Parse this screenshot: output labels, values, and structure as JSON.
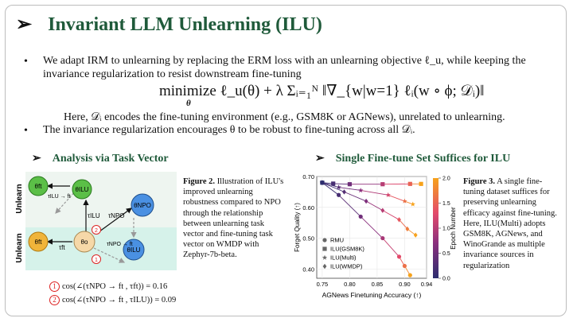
{
  "title": {
    "arrow": "➢",
    "text": "Invariant LLM Unlearning (ILU)"
  },
  "bullets": [
    {
      "mark": "•",
      "text": "We adapt IRM to unlearning by replacing the ERM loss with an unlearning objective ℓ_u, while keeping the invariance regularization to resist downstream fine-tuning"
    },
    {
      "mark": "•",
      "text": "The invariance regularization encourages θ to be robust to fine-tuning across all 𝒟ᵢ."
    }
  ],
  "formula": {
    "main": "minimize  ℓ_u(θ) + λ Σᵢ₌₁ᴺ ‖∇_{w|w=1} ℓᵢ(w ∘ ϕ; 𝒟ᵢ)‖",
    "sub": "θ"
  },
  "here_text": "Here, 𝒟ᵢ encodes the fine-tuning environment (e.g., GSM8K or AGNews), unrelated to unlearning.",
  "left_section": {
    "arrow": "➢",
    "title": "Analysis via Task Vector",
    "figure_label": "Figure 2.",
    "caption": " Illustration of ILU's improved unlearning robustness compared to NPO through the relationship between unlearning task vector and fine-tuning task vector on WMDP with  Zephyr-7b-beta.",
    "diagram": {
      "region_top": "Unlearn",
      "region_bottom": "Unlearn",
      "nodes": {
        "ft": "θft",
        "ilu": "θILU",
        "o": "θo",
        "npo": "θNPO",
        "ft2": "θft",
        "ilu2": "θILU"
      },
      "vectors": {
        "ilu_ft": "τILU → ft",
        "ilu": "τILU",
        "npo": "τNPO",
        "npo_ft": "τNPO → ft",
        "ft": "τft"
      },
      "markers": [
        "1",
        "2"
      ]
    },
    "cos": [
      {
        "num": "1",
        "text": "cos(∠(τNPO → ft , τft)) = 0.16"
      },
      {
        "num": "2",
        "text": "cos(∠(τNPO → ft , τILU)) = 0.09"
      }
    ]
  },
  "right_section": {
    "arrow": "➢",
    "title": "Single Fine-tune Set Suffices for ILU",
    "figure_label": "Figure 3.",
    "caption": "  A single fine-tuning dataset suffices for preserving unlearning efficacy against fine-tuning. Here, ILU(Multi) adopts GSM8K, AGNews, and WinoGrande as multiple invariance sources in regularization"
  },
  "chart_data": {
    "type": "scatter",
    "xlabel": "AGNews Finetuning Accuracy (↑)",
    "ylabel": "Forget Quality (↑)",
    "xlim": [
      0.74,
      0.94
    ],
    "ylim": [
      0.37,
      0.7
    ],
    "xticks": [
      "0.75",
      "0.80",
      "0.85",
      "0.90",
      "0.94"
    ],
    "yticks": [
      "0.40",
      "0.50",
      "0.60",
      "0.70"
    ],
    "colorbar": {
      "label": "Epoch Number",
      "ticks": [
        "0.0",
        "0.5",
        "1.0",
        "1.5",
        "2.0"
      ],
      "range": [
        0,
        2
      ]
    },
    "legend": [
      "RMU",
      "ILU(GSM8K)",
      "ILU(Multi)",
      "ILU(WMDP)"
    ],
    "legend_position": "bottom-left",
    "series": [
      {
        "name": "RMU",
        "marker": "circle",
        "points": [
          [
            0.75,
            0.68,
            0.0
          ],
          [
            0.78,
            0.64,
            0.2
          ],
          [
            0.82,
            0.57,
            0.5
          ],
          [
            0.86,
            0.5,
            0.9
          ],
          [
            0.89,
            0.44,
            1.3
          ],
          [
            0.9,
            0.41,
            1.6
          ],
          [
            0.91,
            0.38,
            2.0
          ]
        ]
      },
      {
        "name": "ILU(GSM8K)",
        "marker": "square",
        "points": [
          [
            0.75,
            0.68,
            0.0
          ],
          [
            0.77,
            0.677,
            0.2
          ],
          [
            0.8,
            0.675,
            0.5
          ],
          [
            0.86,
            0.675,
            1.0
          ],
          [
            0.91,
            0.676,
            1.5
          ],
          [
            0.93,
            0.676,
            2.0
          ]
        ]
      },
      {
        "name": "ILU(Multi)",
        "marker": "star",
        "points": [
          [
            0.75,
            0.68,
            0.0
          ],
          [
            0.78,
            0.665,
            0.3
          ],
          [
            0.82,
            0.655,
            0.7
          ],
          [
            0.87,
            0.64,
            1.2
          ],
          [
            0.9,
            0.62,
            1.6
          ],
          [
            0.915,
            0.61,
            2.0
          ]
        ]
      },
      {
        "name": "ILU(WMDP)",
        "marker": "diamond",
        "points": [
          [
            0.75,
            0.68,
            0.0
          ],
          [
            0.79,
            0.65,
            0.3
          ],
          [
            0.83,
            0.62,
            0.6
          ],
          [
            0.86,
            0.59,
            1.0
          ],
          [
            0.89,
            0.56,
            1.4
          ],
          [
            0.905,
            0.53,
            1.7
          ],
          [
            0.92,
            0.51,
            2.0
          ]
        ]
      }
    ]
  }
}
